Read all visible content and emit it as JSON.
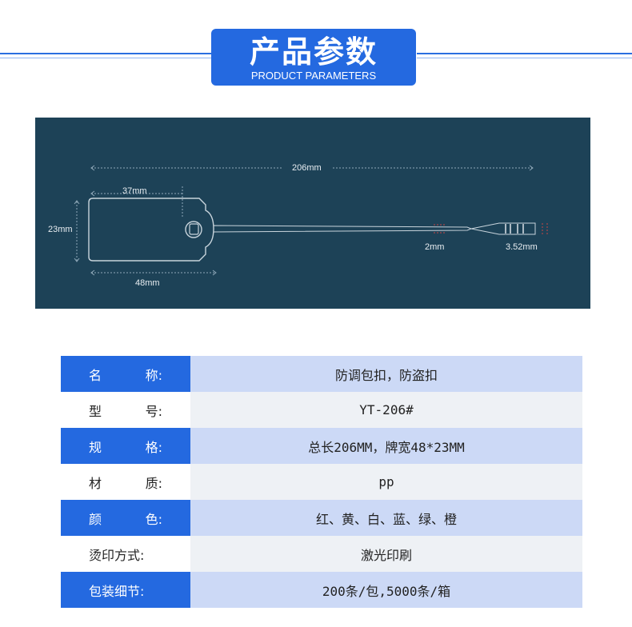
{
  "header": {
    "title_cn": "产品参数",
    "title_en": "PRODUCT PARAMETERS"
  },
  "diagram": {
    "total_length": "206mm",
    "hole_width": "37mm",
    "tag_height": "23mm",
    "tag_width": "48mm",
    "strap_width": "2mm",
    "lock_width": "3.52mm"
  },
  "specs": [
    {
      "label": "名称:",
      "chars": [
        "名",
        "称:"
      ],
      "value": "防调包扣，防盗扣"
    },
    {
      "label": "型号:",
      "chars": [
        "型",
        "号:"
      ],
      "value": "YT-206#"
    },
    {
      "label": "规格:",
      "chars": [
        "规",
        "格:"
      ],
      "value": "总长206MM，牌宽48*23MM"
    },
    {
      "label": "材质:",
      "chars": [
        "材",
        "质:"
      ],
      "value": "pp"
    },
    {
      "label": "颜色:",
      "chars": [
        "颜",
        "色:"
      ],
      "value": "红、黄、白、蓝、绿、橙"
    },
    {
      "label": "烫印方式:",
      "chars": [
        "烫印方式:"
      ],
      "value": "激光印刷"
    },
    {
      "label": "包装细节:",
      "chars": [
        "包装细节:"
      ],
      "value": "200条/包,5000条/箱"
    }
  ],
  "colors": {
    "accent": "#2469e0",
    "accent_light": "#ccd9f6",
    "diagram_bg": "#1d4257"
  }
}
